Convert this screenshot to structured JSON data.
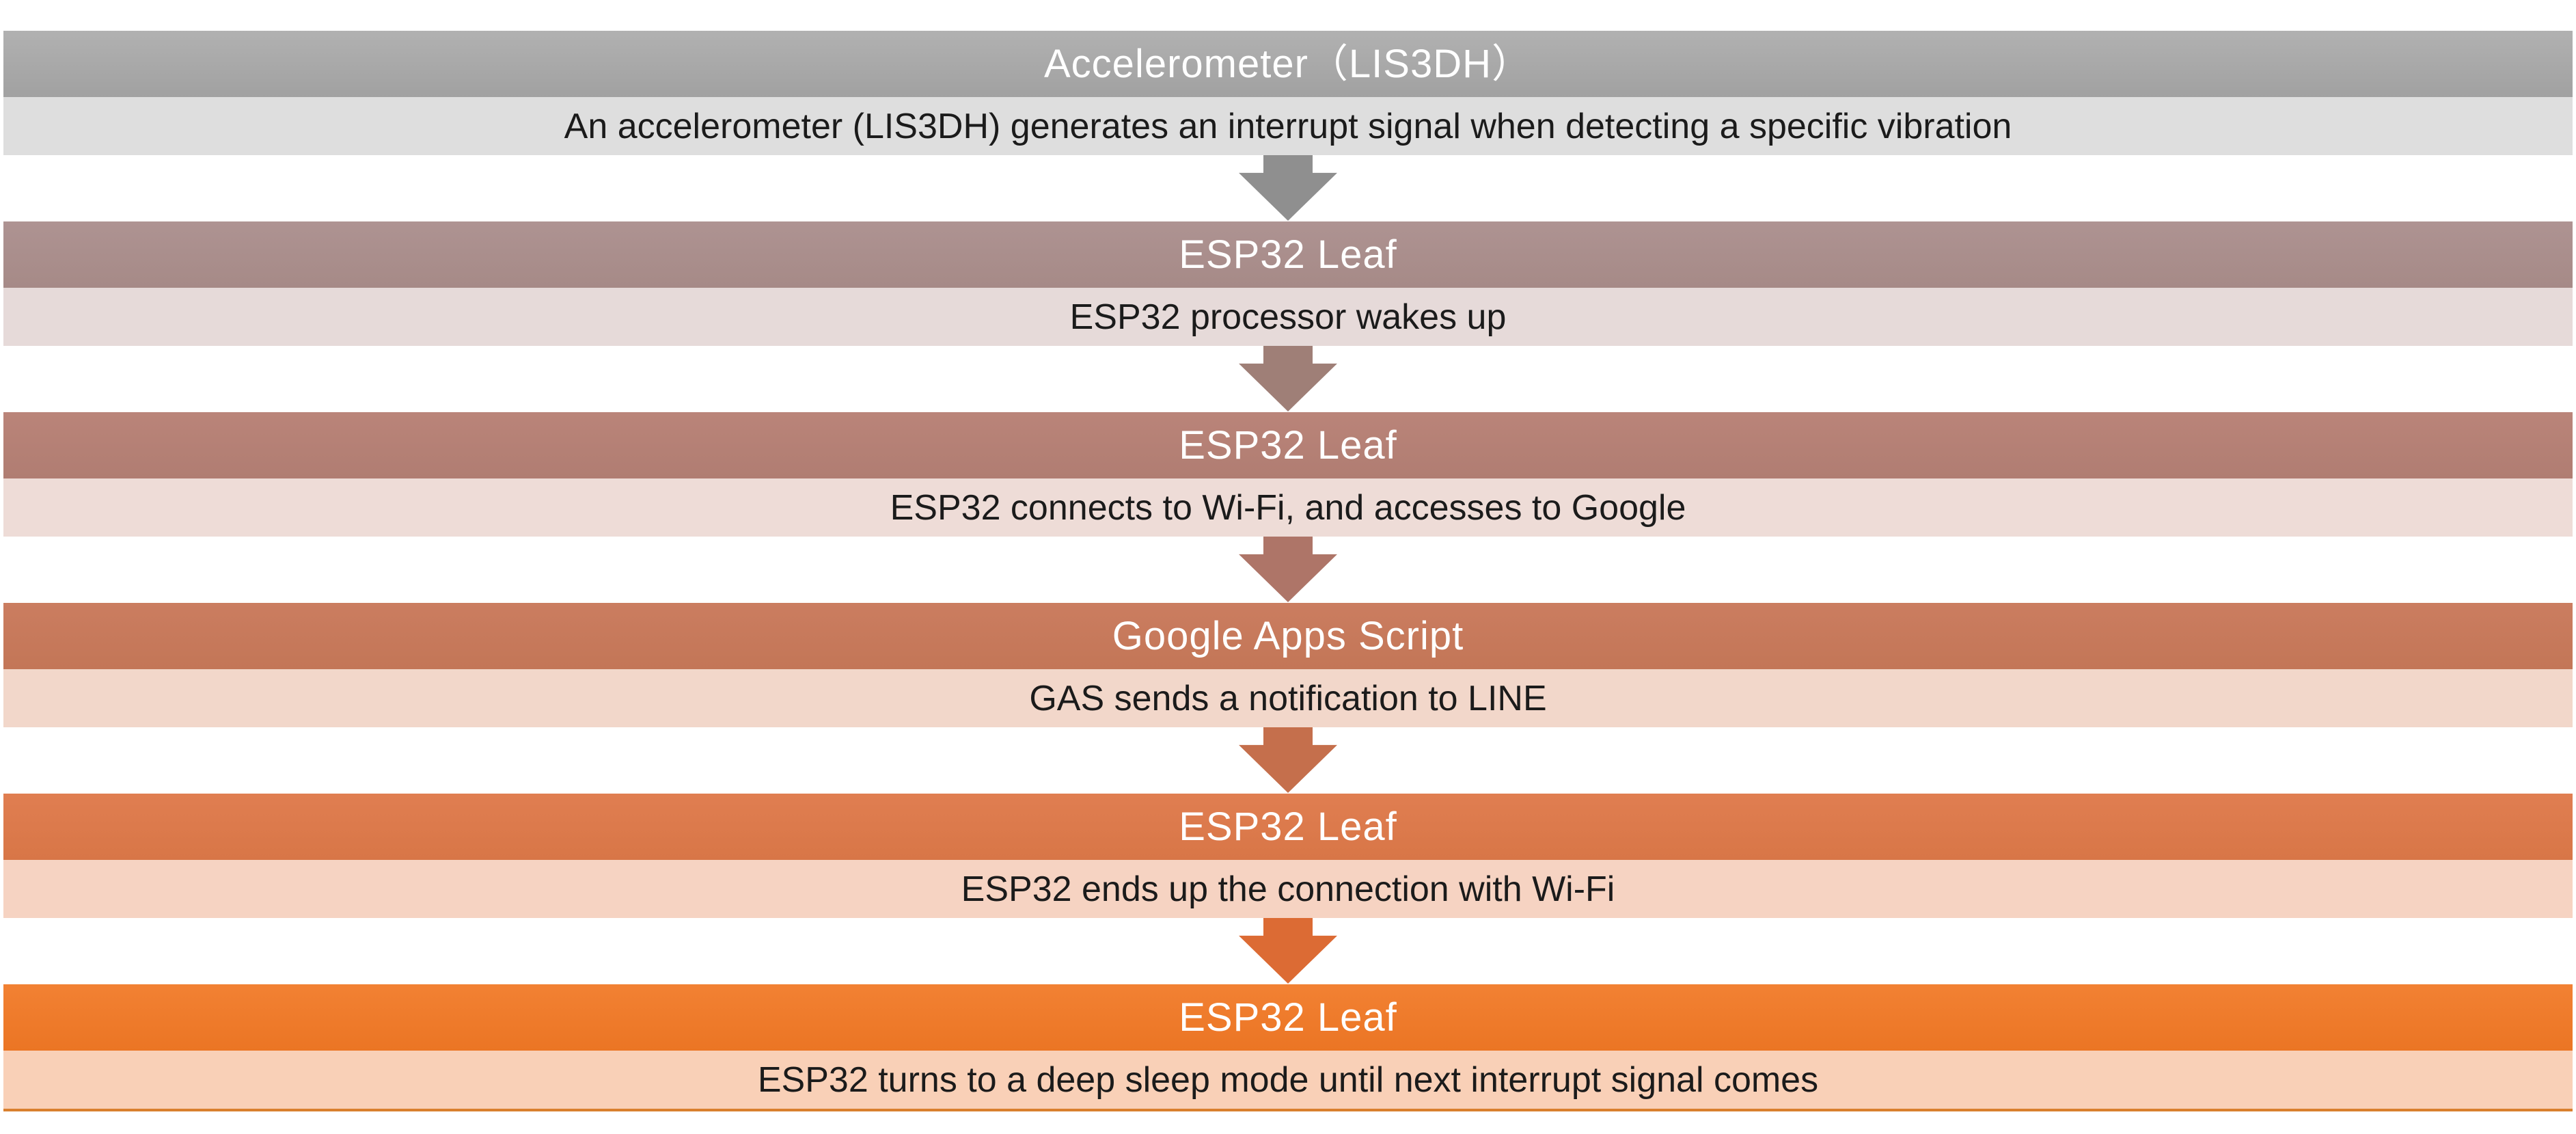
{
  "page": {
    "background": "#ffffff",
    "title_text_color": "#ffffff",
    "description_text_color": "#1b1b1b"
  },
  "diagram": {
    "footer_rule_color": "#d9802e",
    "steps": [
      {
        "title": "Accelerometer（LIS3DH）",
        "description": "An accelerometer (LIS3DH) generates an interrupt signal when detecting a specific vibration",
        "colors": {
          "header_top": "#b1b1b1",
          "header_bottom": "#a1a1a1",
          "desc_bg": "#dedede",
          "arrow": "#8f8f8f"
        }
      },
      {
        "title": "ESP32 Leaf",
        "description": "ESP32 processor wakes up",
        "colors": {
          "header_top": "#ae9392",
          "header_bottom": "#a68a87",
          "desc_bg": "#e6dad9",
          "arrow": "#9f7f77"
        }
      },
      {
        "title": "ESP32 Leaf",
        "description": "ESP32 connects to Wi-Fi, and accesses to Google",
        "colors": {
          "header_top": "#ba8479",
          "header_bottom": "#b07d72",
          "desc_bg": "#eedcd7",
          "arrow": "#ae7568"
        }
      },
      {
        "title": "Google Apps Script",
        "description": "GAS sends a notification to LINE",
        "colors": {
          "header_top": "#cb7d60",
          "header_bottom": "#c37657",
          "desc_bg": "#f2d7ca",
          "arrow": "#c56f4c"
        }
      },
      {
        "title": "ESP32 Leaf",
        "description": "ESP32 ends up the connection with Wi-Fi",
        "colors": {
          "header_top": "#e07e51",
          "header_bottom": "#d87647",
          "desc_bg": "#f6d3c2",
          "arrow": "#dc6b34"
        }
      },
      {
        "title": "ESP32 Leaf",
        "description": "ESP32 turns to a deep sleep mode until next interrupt signal comes",
        "colors": {
          "header_top": "#f28133",
          "header_bottom": "#eb7524",
          "desc_bg": "#f9d0b7"
        }
      }
    ]
  }
}
